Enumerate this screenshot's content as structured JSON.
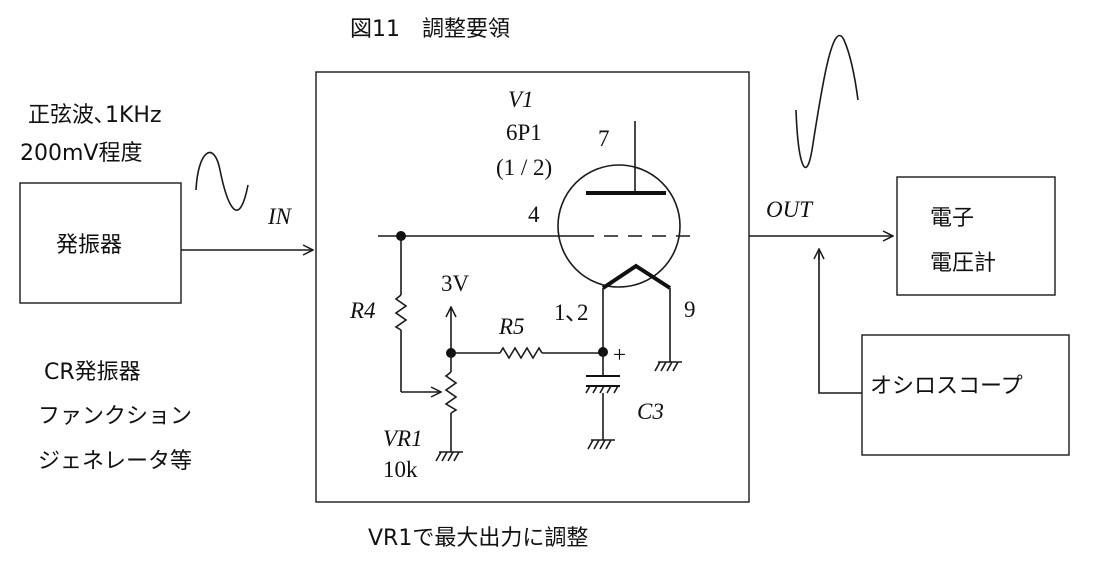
{
  "figure_title": "図11　調整要領",
  "signal_desc_line1": "正弦波､1KHz",
  "signal_desc_line2": "200mV程度",
  "oscillator_label": "発振器",
  "in_label": "IN",
  "out_label": "OUT",
  "voltmeter_line1": "電子",
  "voltmeter_line2": "電圧計",
  "oscilloscope_label": "オシロスコープ",
  "osc_types_line1": "CR発振器",
  "osc_types_line2": "ファンクション",
  "osc_types_line3": "ジェネレータ等",
  "tube_name": "V1",
  "tube_type": "6P1",
  "tube_fraction": "(1 / 2)",
  "pin_plate": "7",
  "pin_grid": "4",
  "pin_cathode": "1､2",
  "pin_heater": "9",
  "r4_label": "R4",
  "r5_label": "R5",
  "v3_label": "3V",
  "c3_label": "C3",
  "c3_polarity": "+",
  "vr1_label": "VR1",
  "vr1_value": "10k",
  "caption": "VR1で最大出力に調整"
}
